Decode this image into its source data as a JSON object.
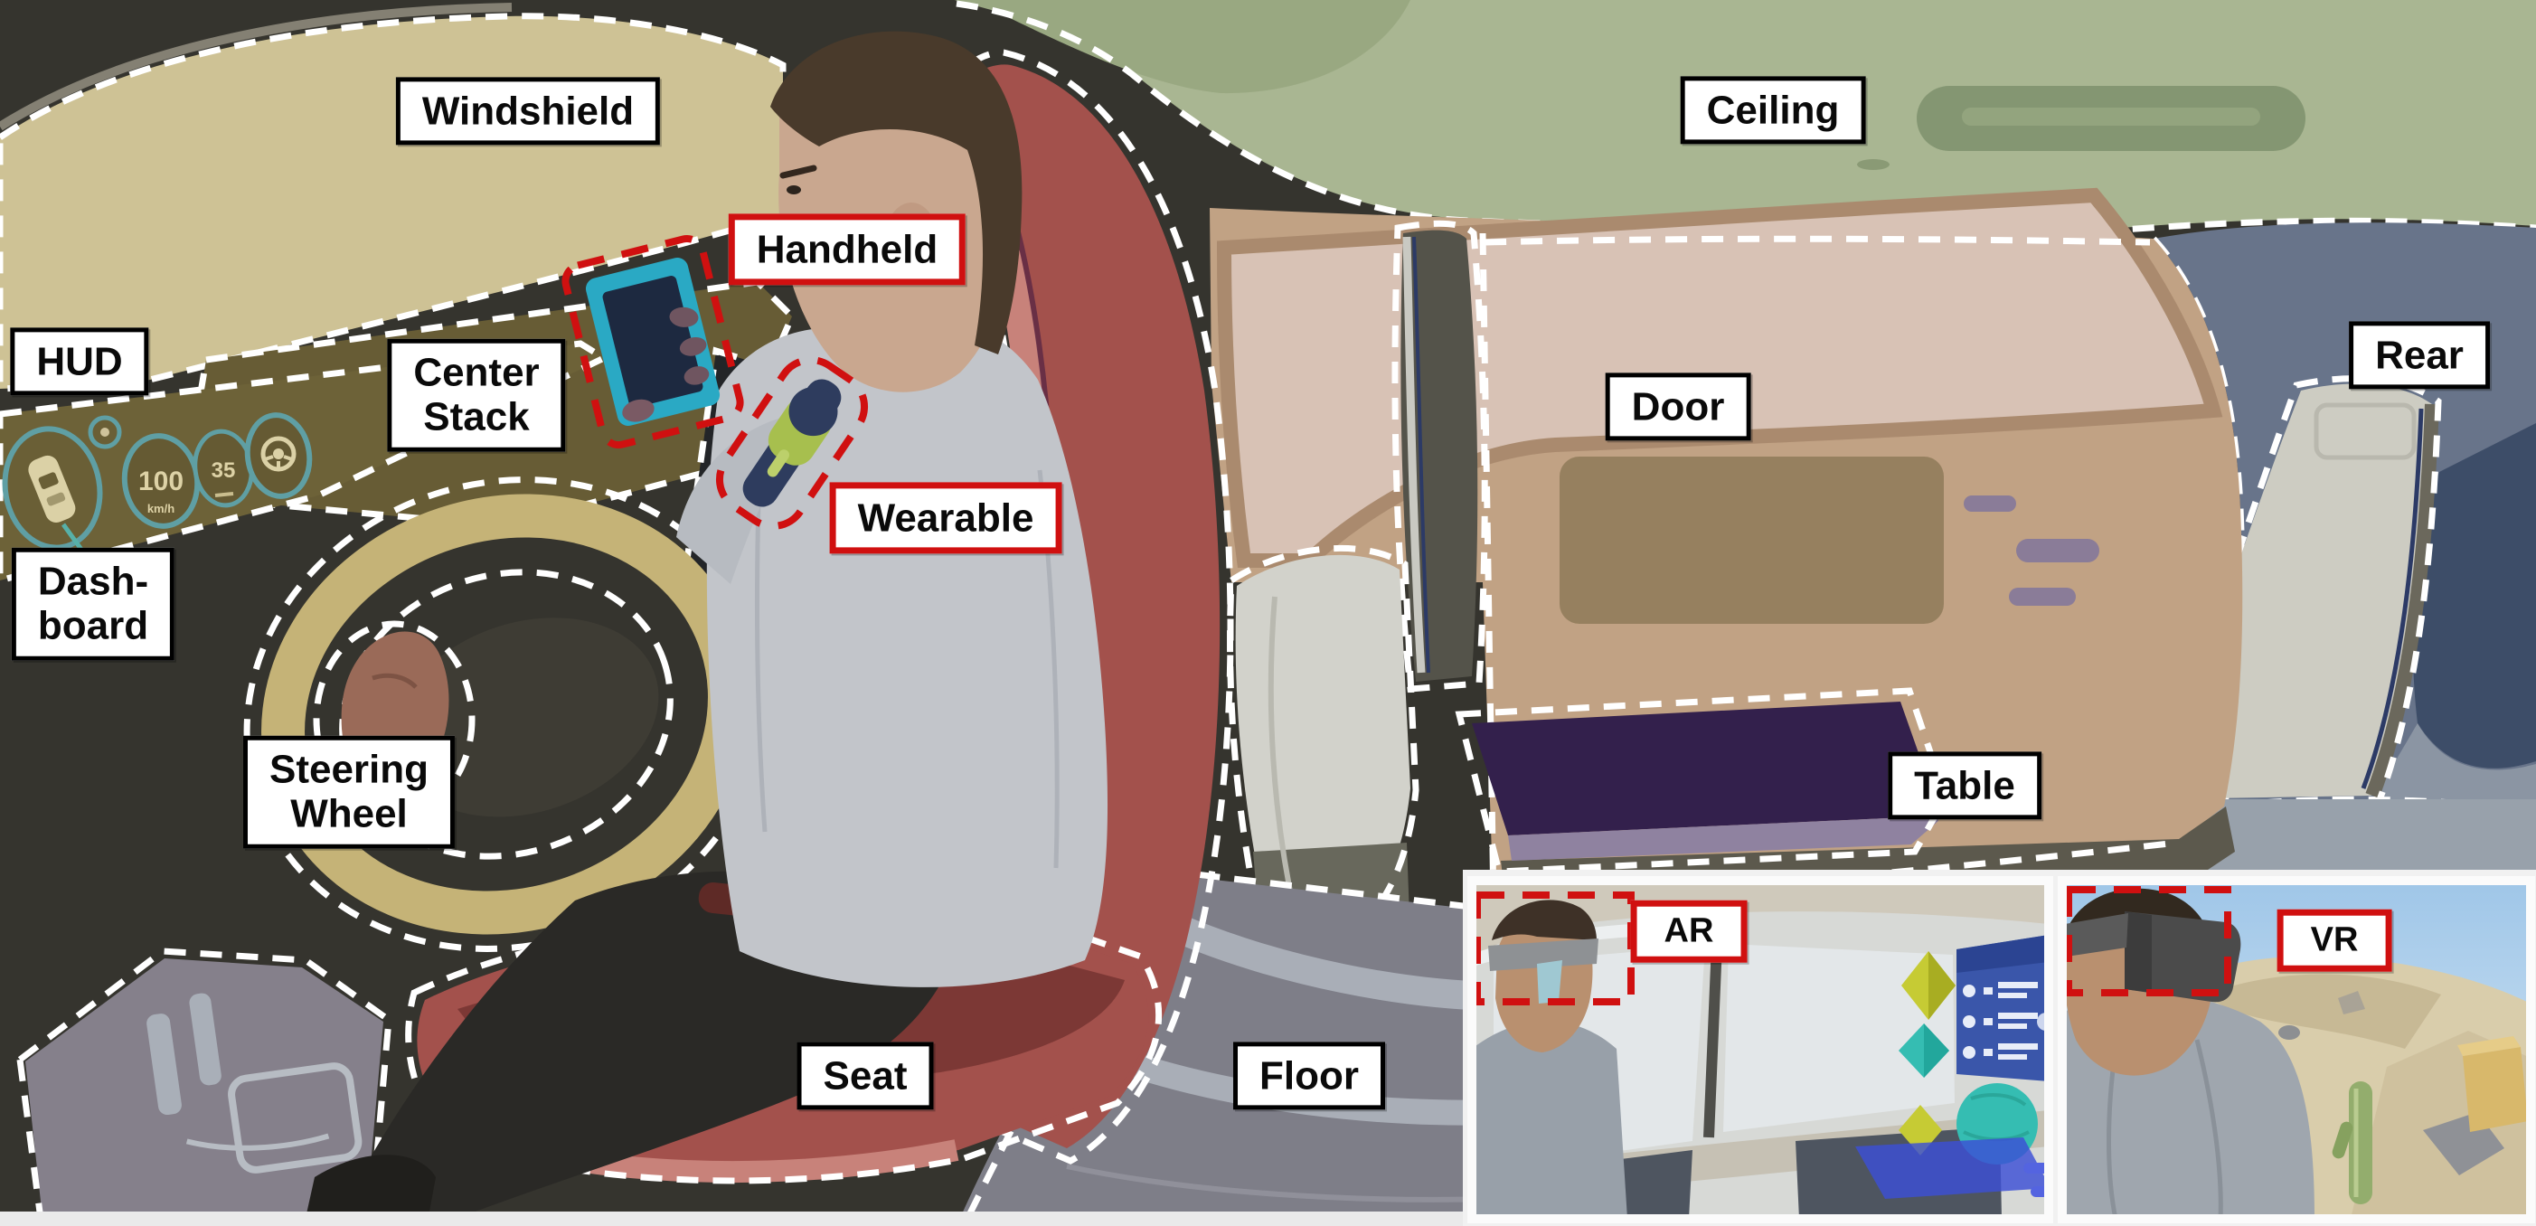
{
  "figure": {
    "description": "Annotated car interior illustration of display locations with AR and VR insets",
    "labels": {
      "windshield": "Windshield",
      "hud": "HUD",
      "center_stack": "Center\nStack",
      "handheld": "Handheld",
      "wearable": "Wearable",
      "dashboard": "Dash-\nboard",
      "steering_wheel": "Steering\nWheel",
      "seat": "Seat",
      "floor": "Floor",
      "ceiling": "Ceiling",
      "door": "Door",
      "table": "Table",
      "rear": "Rear",
      "ar": "AR",
      "vr": "VR"
    },
    "hud_display": {
      "speed_value": "100",
      "speed_unit": "km/h",
      "speed_limit": "35"
    },
    "colors": {
      "accent_red": "#d01010",
      "dash_white": "#ffffff",
      "label_bg": "#ffffff",
      "label_border": "#000000",
      "label_text": "#0a0a0a",
      "charcoal": "#35342e",
      "windshield_tan": "#cec295",
      "hud_olive": "#6d6238",
      "gauge_teal": "#5f9fa4",
      "steering_tan": "#c5b377",
      "seat_red": "#a3514c",
      "seat_red_dark": "#7c3835",
      "seat_red_light": "#c8827a",
      "shirt_gray": "#c2c5ca",
      "skin": "#c9a78f",
      "hair_brown": "#493a2b",
      "pants_dark": "#2a2926",
      "floor_gray": "#7e7e88",
      "floor_band": "#a9aeb7",
      "ceiling_green": "#a9b692",
      "ceiling_vent": "#849672",
      "door_tan": "#c1a284",
      "door_window_pink": "#d8c2b5",
      "window_frame": "#aa8a6e",
      "armrest_brown": "#96805f",
      "handle_purple": "#8a7c98",
      "table_purple": "#33204c",
      "table_edge": "#8f82a0",
      "rear_blue": "#68748a",
      "pillar_trim": "#cdccc2",
      "b_pillar": "#54534a",
      "row_seat": "#d2d2cb",
      "tablet_cyan": "#2aa9c4",
      "tablet_screen": "#1d2940",
      "wearable_green": "#a7bf4e",
      "wearable_navy": "#2e3c5e",
      "ar_panel_blue": "#3a56aa",
      "ar_surface_blue": "#3c4fd6",
      "shape_teal": "#35bdb2",
      "shape_yellow": "#c6cb34",
      "vr_sky": "#9fc6e8",
      "vr_sand": "#d9cdab",
      "cactus_green": "#93ad6d"
    }
  }
}
